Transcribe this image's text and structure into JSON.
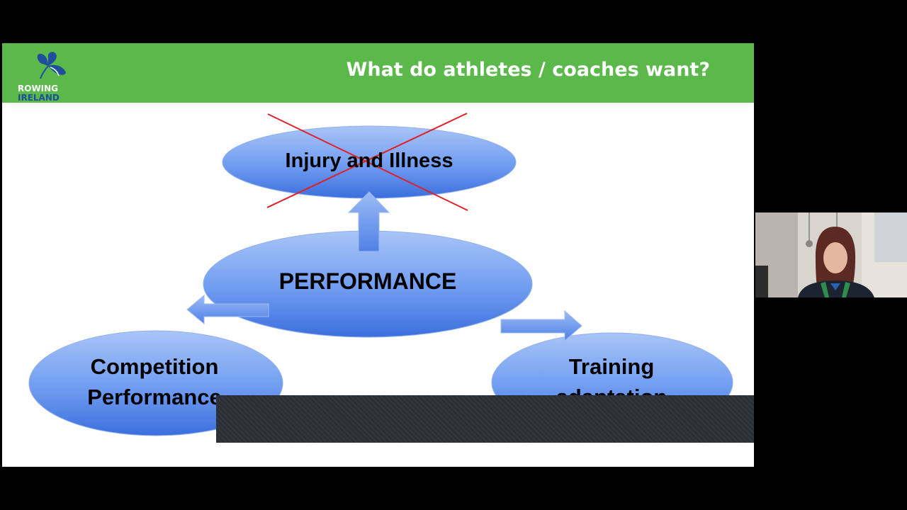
{
  "window": {
    "title": "Rowing Ireland presentation"
  },
  "slide": {
    "logo": {
      "line1": "ROWING",
      "line2": "IRELAND"
    },
    "title": "What do athletes / coaches want?",
    "colors": {
      "header": "#5ab94a",
      "node_fill": "#6f9cf0",
      "cross": "#e0202a"
    },
    "nodes": {
      "injury": "Injury and Illness",
      "performance": "PERFORMANCE",
      "competition_line1": "Competition",
      "competition_line2": "Performance",
      "training_line1": "Training",
      "training_line2": "adaptation"
    }
  },
  "webcam": {
    "presenter": "presenter-video"
  }
}
